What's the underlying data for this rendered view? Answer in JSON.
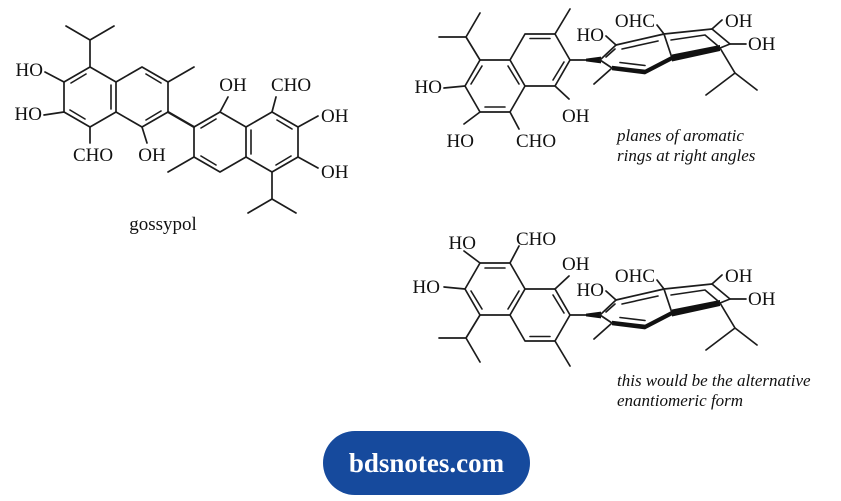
{
  "colors": {
    "ink": "#1c1c1c",
    "badge_bg": "#164a9d",
    "badge_fg": "#ffffff"
  },
  "structures": {
    "gossypol": {
      "caption": "gossypol",
      "labels": {
        "ho_upper_left": "HO",
        "ho_lower_left": "HO",
        "cho_bottom": "CHO",
        "oh_bottom": "OH",
        "oh_top": "OH",
        "cho_top": "CHO",
        "oh_right_upper": "OH",
        "oh_right_lower": "OH"
      }
    },
    "right_angle_view": {
      "caption": [
        "planes of aromatic",
        "rings at right angles"
      ],
      "flat_labels": {
        "ho_left": "HO",
        "ho_lower_left": "HO",
        "cho": "CHO",
        "oh_peri": "OH"
      },
      "perspective_labels": {
        "ho_peri": "HO",
        "ohc": "OHC",
        "oh_upper": "OH",
        "oh_lower": "OH"
      }
    },
    "enantiomer_view": {
      "caption": [
        "this would be the alternative",
        "enantiomeric form"
      ],
      "flat_labels": {
        "ho_upper_left": "HO",
        "ho_left": "HO",
        "cho": "CHO",
        "oh_peri": "OH"
      },
      "perspective_labels": {
        "ho_peri": "HO",
        "ohc": "OHC",
        "oh_upper": "OH",
        "oh_lower": "OH"
      }
    }
  },
  "badge": {
    "label": "bdsnotes.com"
  }
}
